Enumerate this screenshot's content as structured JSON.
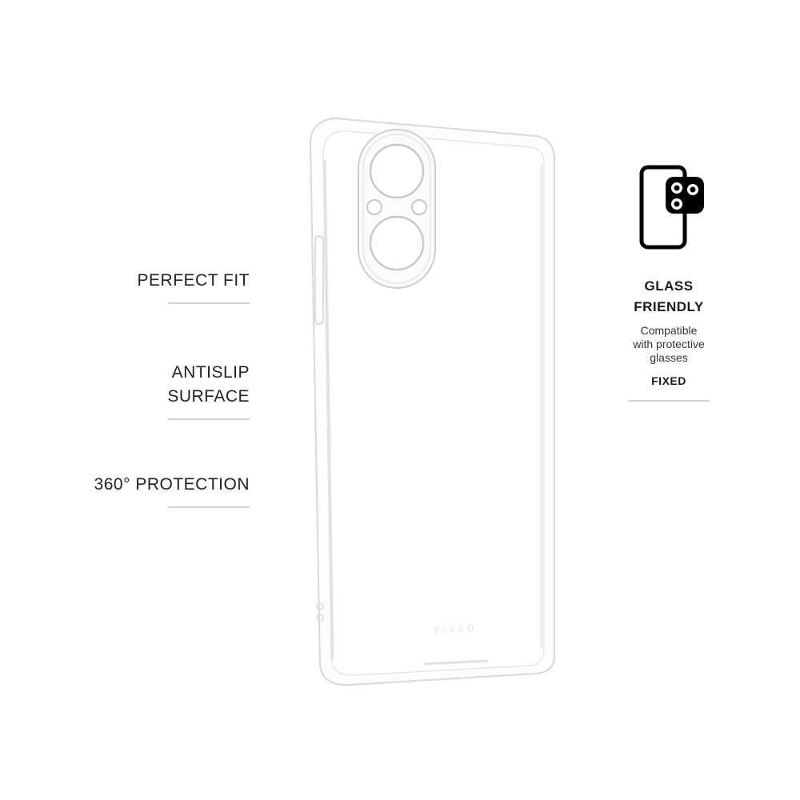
{
  "features": [
    {
      "label": "PERFECT FIT"
    },
    {
      "label_line1": "ANTISLIP",
      "label_line2": "SURFACE"
    },
    {
      "label": "360° PROTECTION"
    }
  ],
  "glass_friendly": {
    "title_line1": "GLASS",
    "title_line2": "FRIENDLY",
    "desc_line1": "Compatible",
    "desc_line2": "with protective",
    "desc_line3": "glasses",
    "brand": "FIXED",
    "icon": "phone-camera-glass-icon"
  },
  "product": {
    "case_logo": "FIXED",
    "image": "clear-phone-case"
  },
  "colors": {
    "text": "#222222",
    "rule": "#d4d4d4",
    "icon": "#000000"
  }
}
